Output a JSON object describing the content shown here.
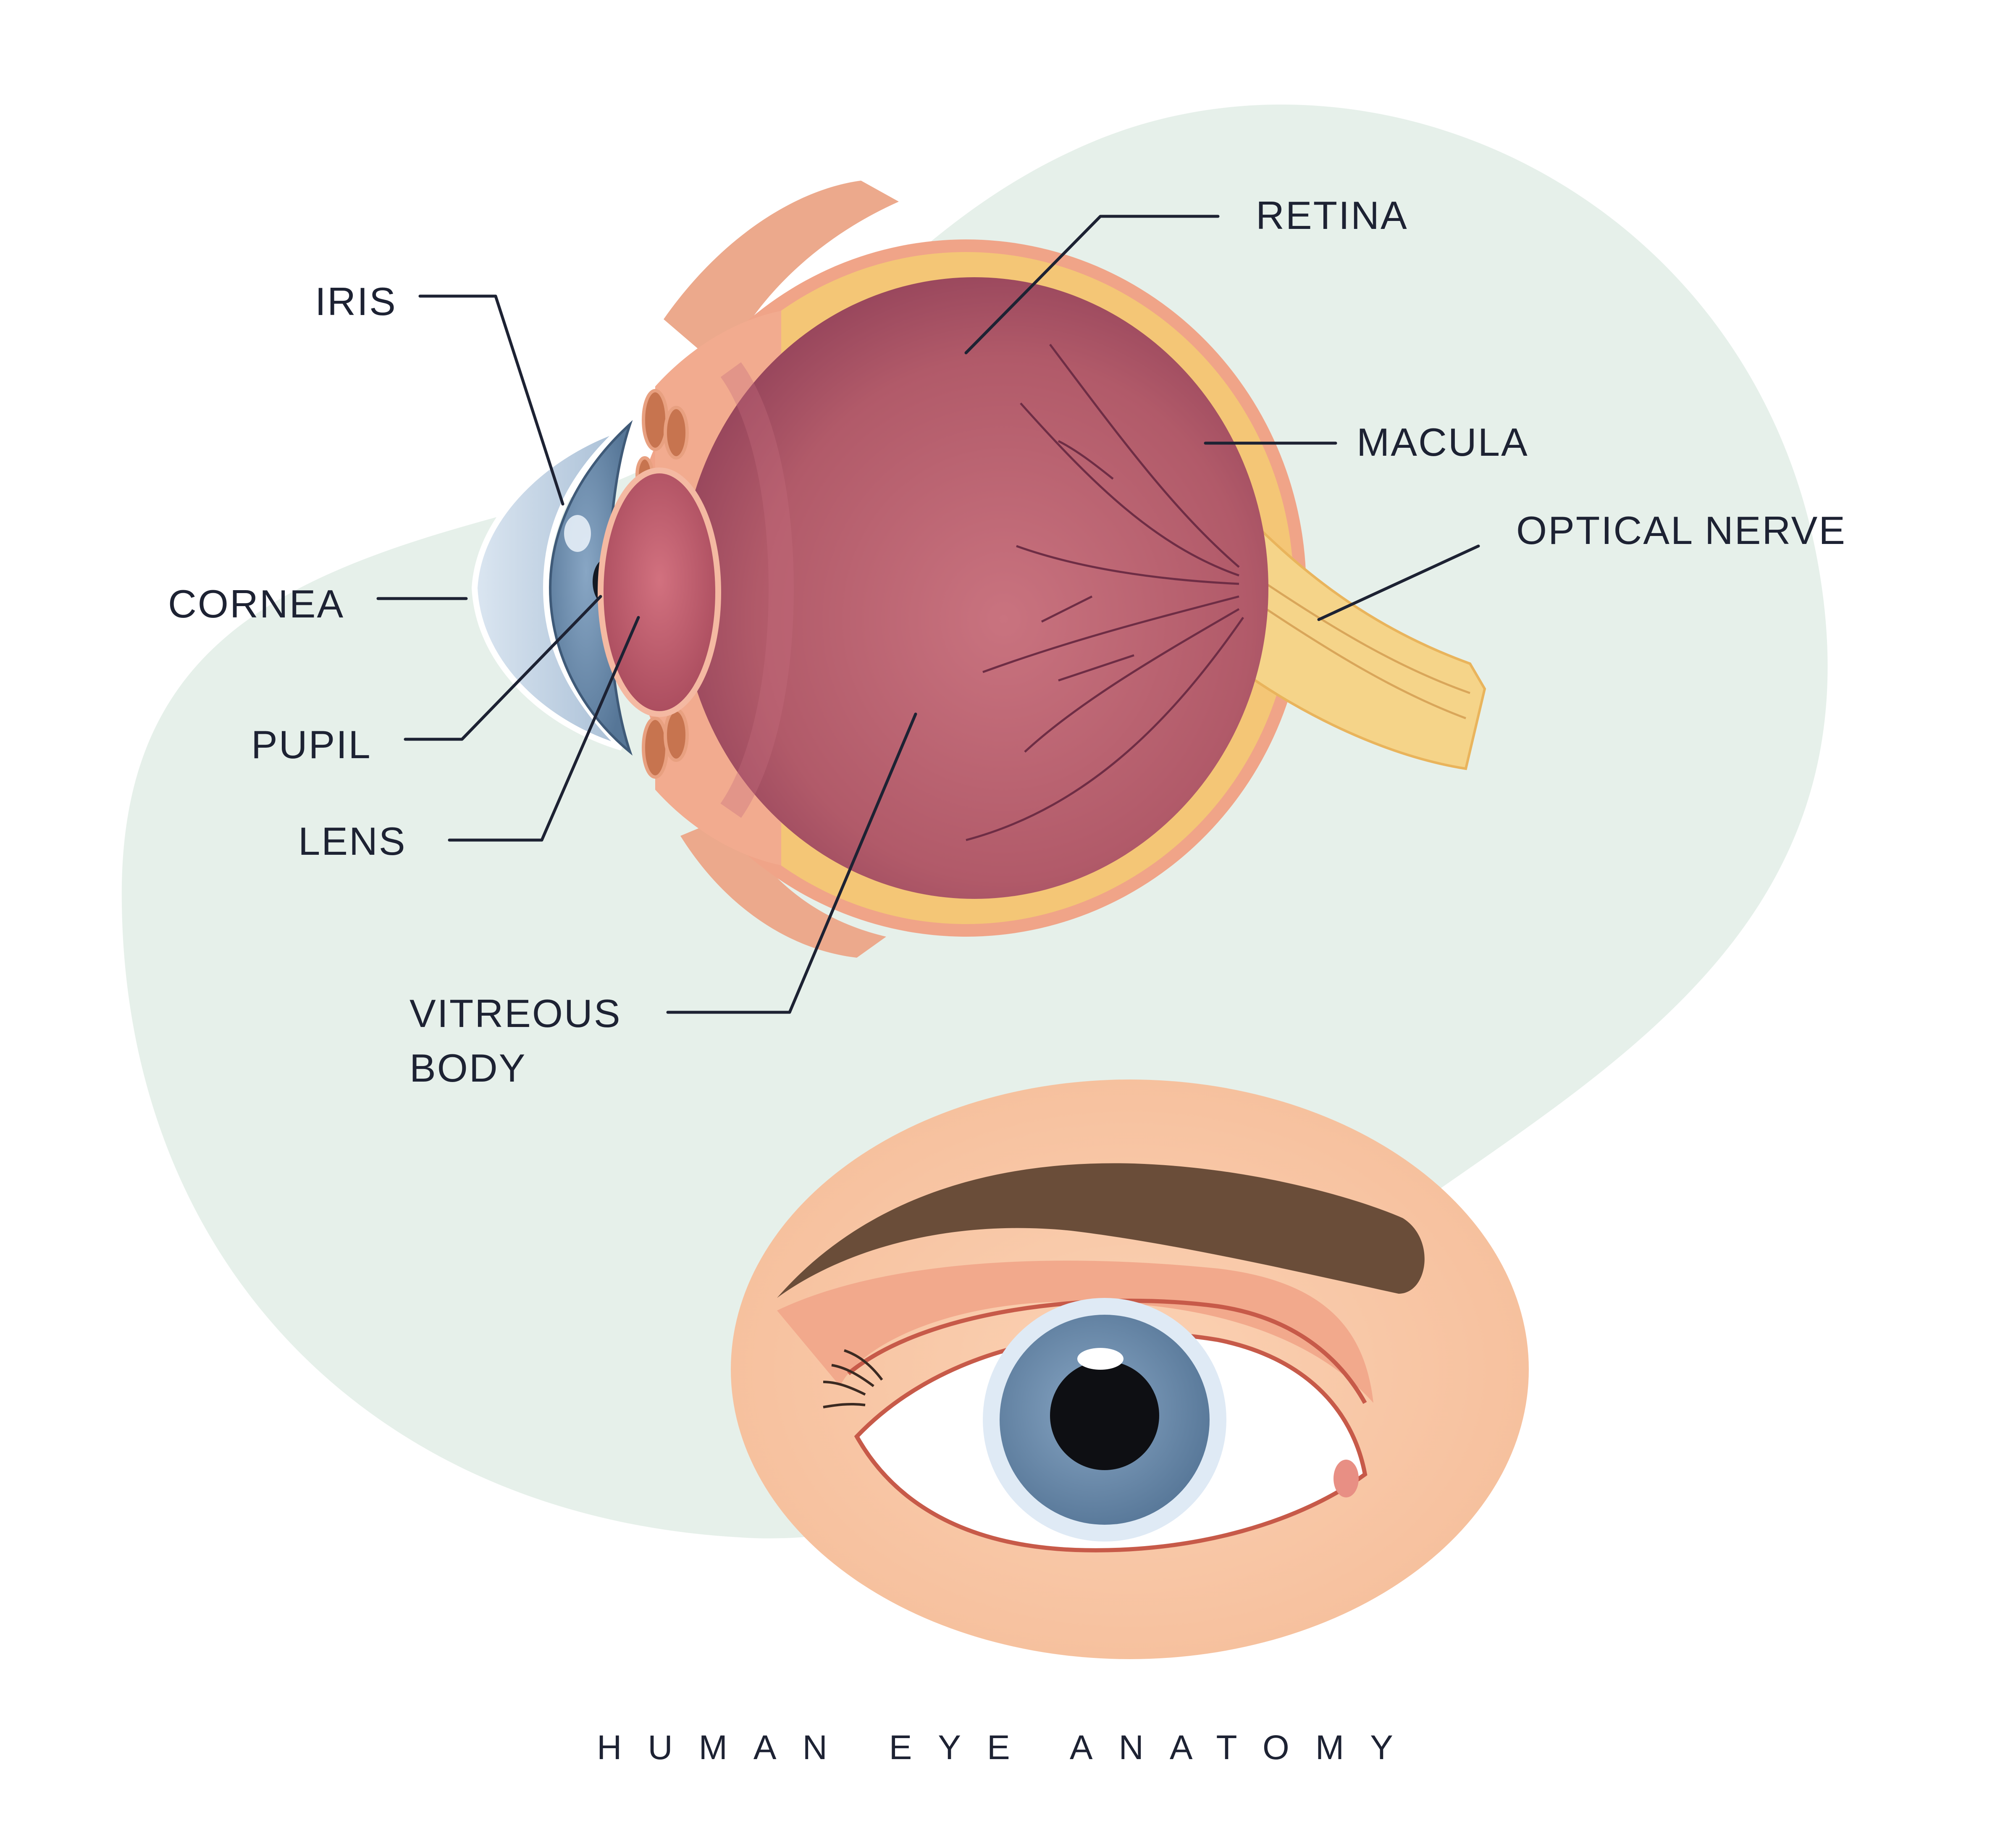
{
  "title": "HUMAN EYE ANATOMY",
  "labels": {
    "iris": "IRIS",
    "retina": "RETINA",
    "macula": "MACULA",
    "optical_nerve": "OPTICAL NERVE",
    "cornea": "CORNEA",
    "pupil": "PUPIL",
    "lens": "LENS",
    "vitreous_line1": "VITREOUS",
    "vitreous_line2": "BODY"
  },
  "colors": {
    "background_blob": "#e6f0ea",
    "vitreous": "#b5606e",
    "sclera": "#f4c676",
    "optic_nerve": "#f5d489",
    "iris_blue": "#6e8fb2",
    "skin": "#f7c8a8",
    "eyebrow": "#6a4d39",
    "text": "#1d2233"
  }
}
